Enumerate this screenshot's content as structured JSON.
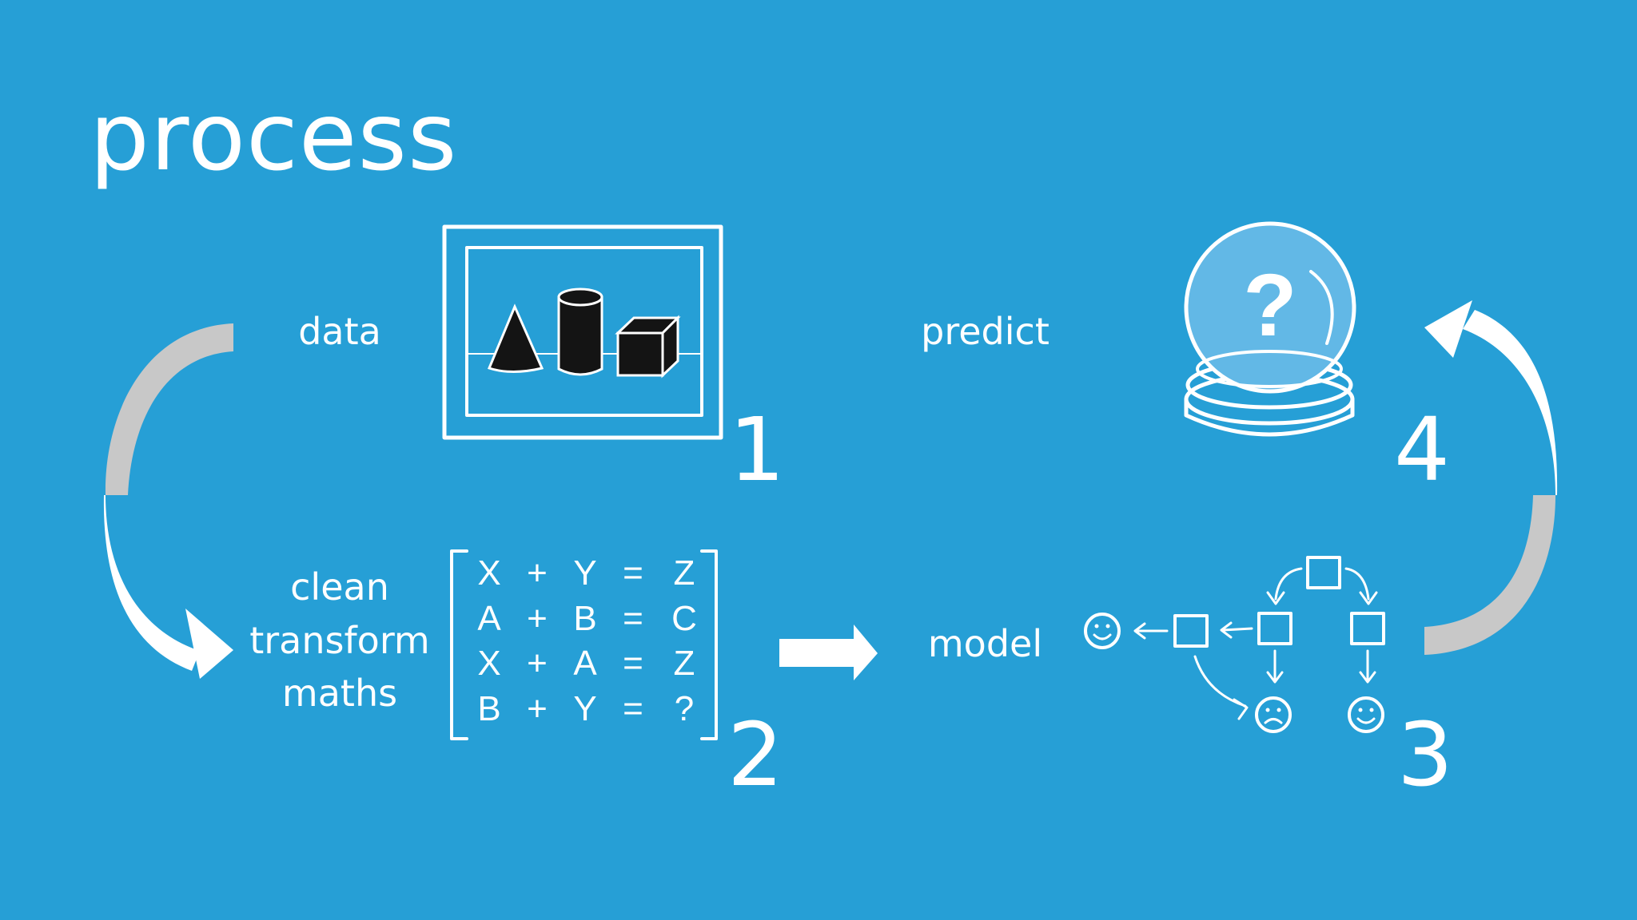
{
  "title": "process",
  "steps": [
    {
      "label": "data",
      "number": "1"
    },
    {
      "label_lines": [
        "clean",
        "transform",
        "maths"
      ],
      "number": "2"
    },
    {
      "label": "model",
      "number": "3"
    },
    {
      "label": "predict",
      "number": "4"
    }
  ],
  "equations": [
    [
      "X",
      "+",
      "Y",
      "=",
      "Z"
    ],
    [
      "A",
      "+",
      "B",
      "=",
      "C"
    ],
    [
      "X",
      "+",
      "A",
      "=",
      "Z"
    ],
    [
      "B",
      "+",
      "Y",
      "=",
      "?"
    ]
  ],
  "crystal_ball_symbol": "?",
  "colors": {
    "background": "#269fd6",
    "foreground": "#ffffff",
    "arrow_shadow": "#c8c8c8",
    "shape_fill": "#141414"
  }
}
